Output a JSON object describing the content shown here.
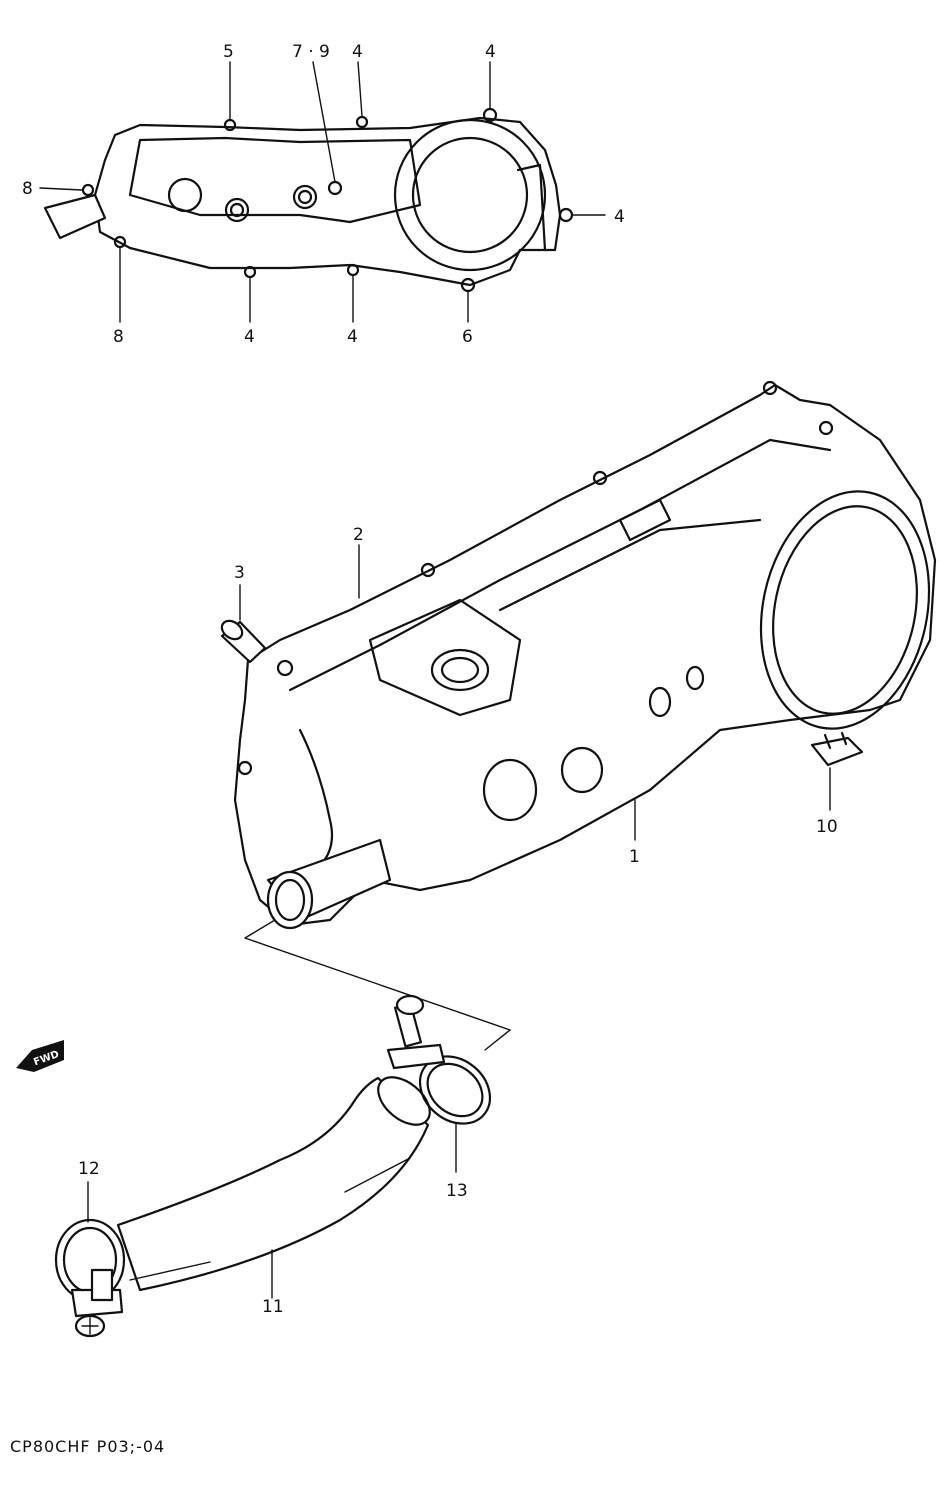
{
  "diagram_code": "CP80CHF P03;-04",
  "fwd_label": "FWD",
  "callouts": {
    "top_5": "5",
    "top_7_9": "7 · 9",
    "top_4a": "4",
    "top_4b": "4",
    "left_8a": "8",
    "right_4": "4",
    "bottom_8": "8",
    "bottom_4a": "4",
    "bottom_4b": "4",
    "bottom_6": "6",
    "part_1": "1",
    "part_2": "2",
    "part_3": "3",
    "part_10": "10",
    "part_11": "11",
    "part_12": "12",
    "part_13": "13"
  }
}
